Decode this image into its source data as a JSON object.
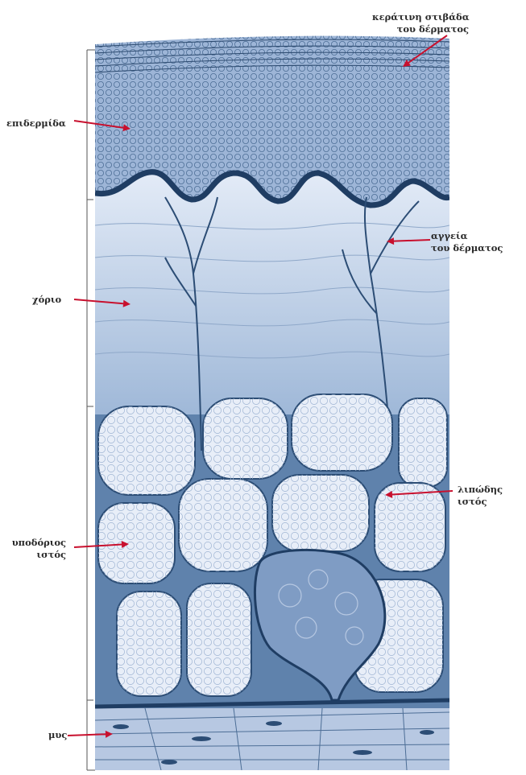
{
  "labels": {
    "stratum_corneum": {
      "line1": "κεράτινη στιβάδα",
      "line2": "του δέρματος"
    },
    "epidermis": "επιδερμίδα",
    "vessels": {
      "line1": "αγγεία",
      "line2": "του δέρματος"
    },
    "dermis": "χόριο",
    "adipose": {
      "line1": "λιπώδης",
      "line2": "ιστός"
    },
    "subcutaneous": {
      "line1": "υποδόριος",
      "line2": "ιστός"
    },
    "muscle": "μυς"
  },
  "colors": {
    "arrow": "#c8102e",
    "ink": "#2b4a6b",
    "epidermis_fill": "#a9bfdc",
    "dermis_fill": "#c6d6ec",
    "fat_fill": "#e8eef8",
    "septa_fill": "#5d7ea6",
    "muscle_fill": "#b7c8e2"
  }
}
